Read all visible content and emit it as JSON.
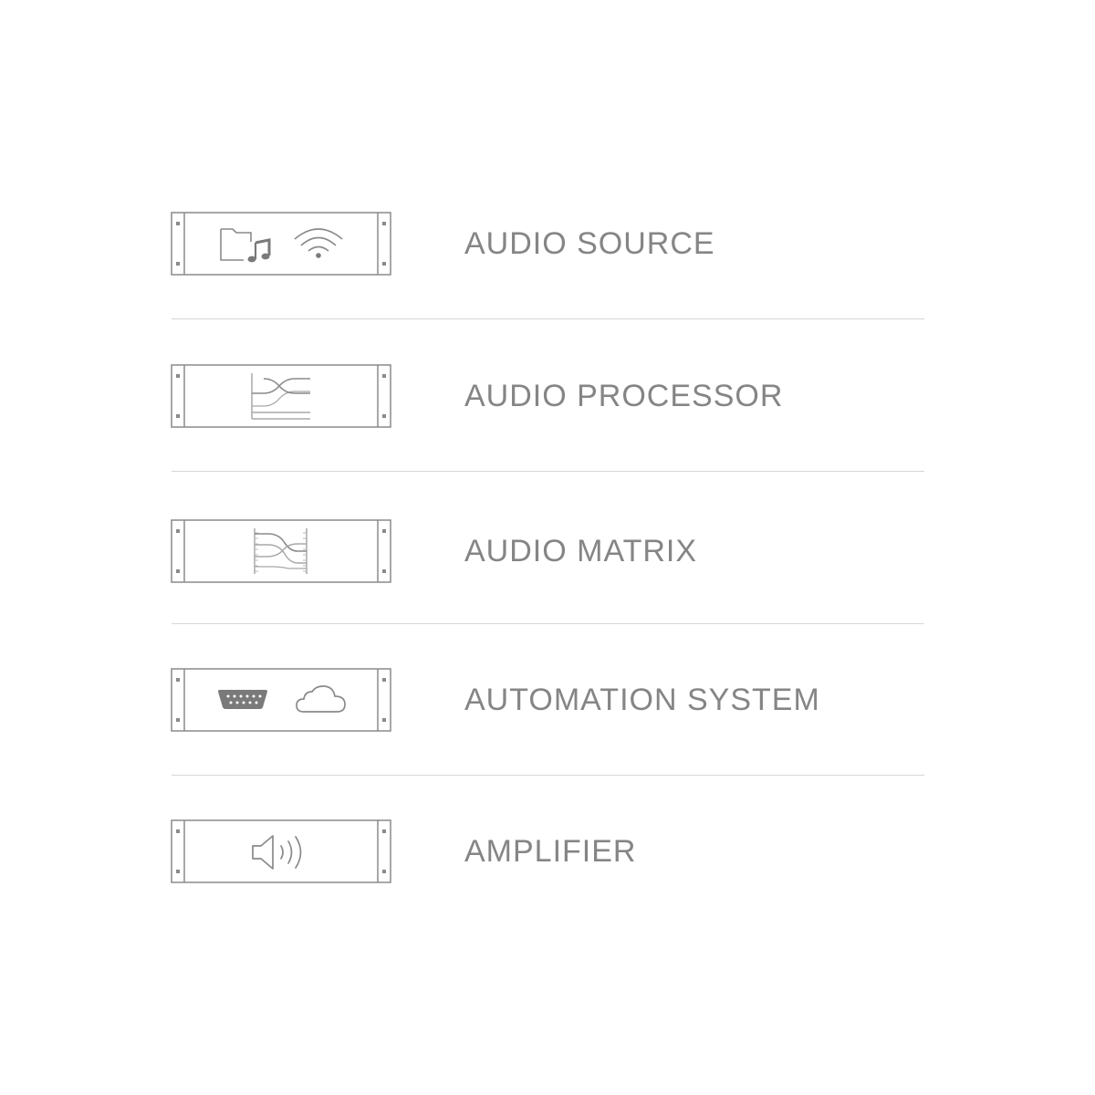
{
  "colors": {
    "stroke": "#8a8a8a",
    "icon_light": "#a8a8a8",
    "icon_dark": "#7a7a7a",
    "label": "#858585",
    "divider": "#d6d6d6"
  },
  "rows": [
    {
      "label": "AUDIO SOURCE",
      "icons": [
        "music-folder-icon",
        "wifi-icon"
      ]
    },
    {
      "label": "AUDIO PROCESSOR",
      "icons": [
        "crossover-filter-icon"
      ]
    },
    {
      "label": "AUDIO MATRIX",
      "icons": [
        "signal-routing-icon"
      ]
    },
    {
      "label": "AUTOMATION SYSTEM",
      "icons": [
        "serial-port-icon",
        "cloud-icon"
      ]
    },
    {
      "label": "AMPLIFIER",
      "icons": [
        "speaker-icon"
      ]
    }
  ]
}
